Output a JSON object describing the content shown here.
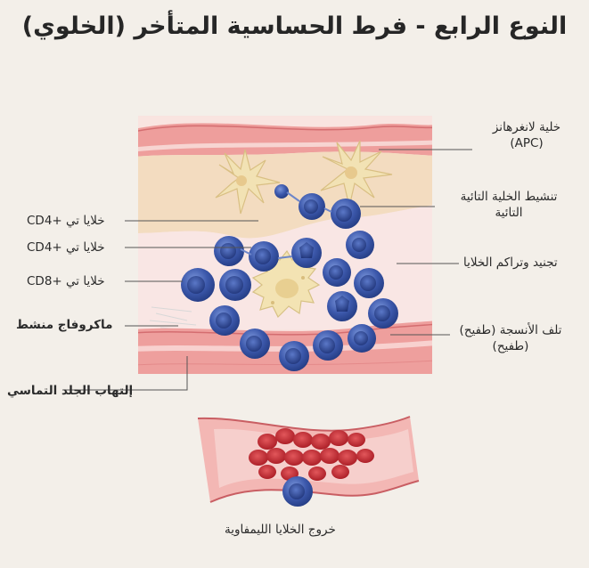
{
  "title": "النوع الرابع - فرط الحساسية المتأخر (الخلوي)",
  "labels": {
    "apc_line1": "خلية لانغرهانز",
    "apc_line2": "(APC)",
    "activation_line1": "تنشيط الخلية التائية",
    "activation_line2": "التائية",
    "recruitment": "تجنيد وتراكم الخلايا",
    "damage_line1": "تلف الأنسجة (طفيح)",
    "damage_line2": "(طفيح)",
    "cd4_a": "خلايا تي +CD4",
    "cd4_b": "خلايا تي +CD4",
    "cd8": "خلايا تي +CD8",
    "macrophage": "ماكروفاج منشط",
    "dermatitis": "إلتهاب الجلد التماسي",
    "extravasation": "خروج الخلايا الليمفاوية"
  },
  "colors": {
    "background": "#f3efe9",
    "skin_band": "#f0b9b5",
    "vessel_red": "#e88d8b",
    "tcell_blue": "#3a56a8",
    "macrophage_cream": "#f3e3b3",
    "rbc_red": "#c8262f"
  }
}
